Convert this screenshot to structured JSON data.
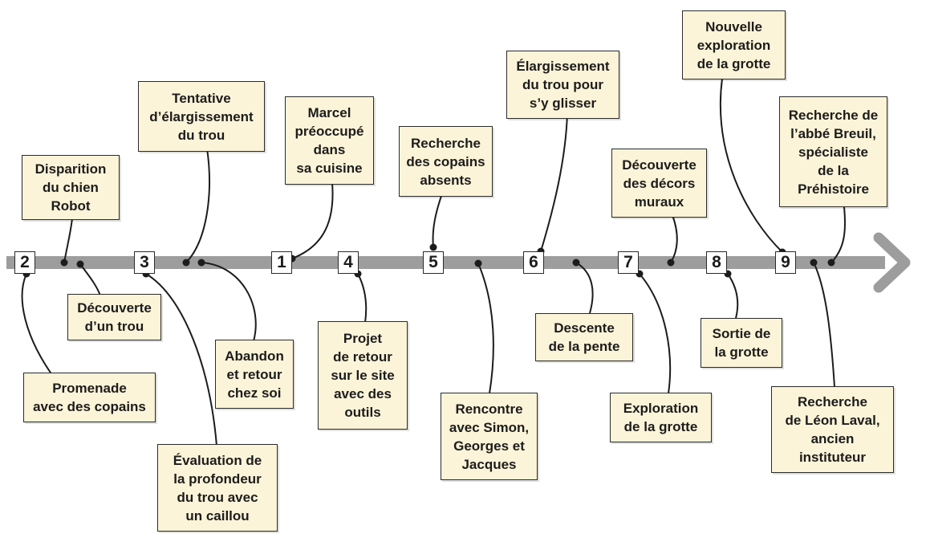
{
  "colors": {
    "timeline": "#9d9d9d",
    "card_bg": "#fcf4d8",
    "ink": "#1c1c1c"
  },
  "markers": [
    "2",
    "3",
    "1",
    "4",
    "5",
    "6",
    "7",
    "8",
    "9"
  ],
  "cards": {
    "promenade": "Promenade\navec des copains",
    "disparition": "Disparition\ndu chien\nRobot",
    "decouverte_trou": "Découverte\nd’un trou",
    "tentative": "Tentative\nd’élargissement\ndu trou",
    "evaluation": "Évaluation de\nla profondeur\ndu trou avec\nun caillou",
    "abandon": "Abandon\net retour\nchez soi",
    "marcel": "Marcel\npréoccupé\ndans\nsa cuisine",
    "projet": "Projet\nde retour\nsur le site\navec des\noutils",
    "recherche_copains": "Recherche\ndes copains\nabsents",
    "rencontre": "Rencontre\navec Simon,\nGeorges et\nJacques",
    "elargissement": "Élargissement\ndu trou pour\ns’y glisser",
    "descente": "Descente\nde la pente",
    "decouverte_decors": "Découverte\ndes décors\nmuraux",
    "exploration": "Exploration\nde la grotte",
    "sortie": "Sortie de\nla grotte",
    "nouvelle": "Nouvelle\nexploration\nde la grotte",
    "breuil": "Recherche de\nl’abbé Breuil,\nspécialiste\nde la\nPréhistoire",
    "laval": "Recherche\nde Léon Laval,\nancien\ninstituteur"
  }
}
